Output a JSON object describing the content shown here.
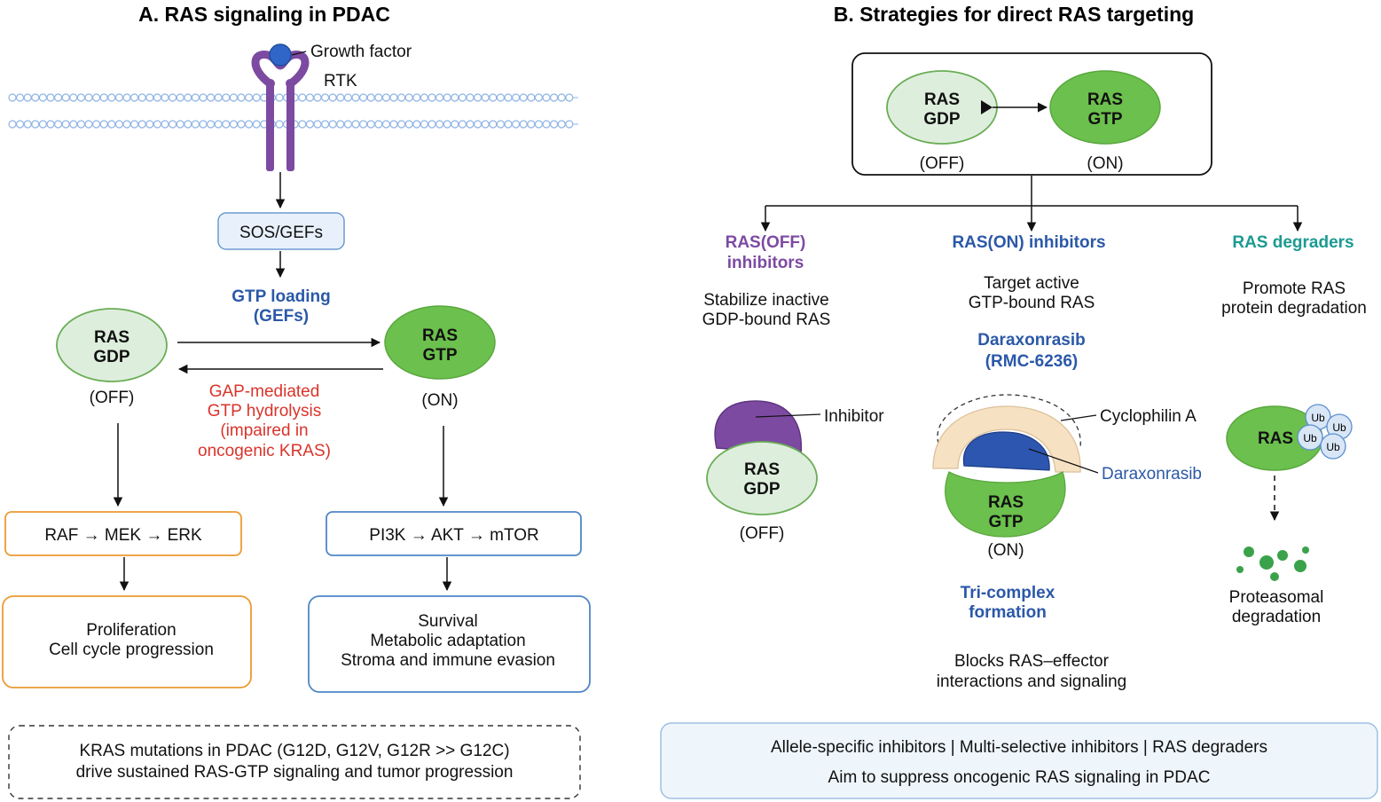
{
  "panel_a": {
    "title": "A. RAS signaling in PDAC",
    "growth_factor": "Growth factor",
    "rtk": "RTK",
    "sos_gefs": "SOS/GEFs",
    "gtp_loading_1": "GTP loading",
    "gtp_loading_2": "(GEFs)",
    "ras_gdp_1": "RAS",
    "ras_gdp_2": "GDP",
    "ras_gtp_1": "RAS",
    "ras_gtp_2": "GTP",
    "off": "(OFF)",
    "on": "(ON)",
    "gap_1": "GAP-mediated",
    "gap_2": "GTP hydrolysis",
    "gap_3": "(impaired in",
    "gap_4": "oncogenic KRAS)",
    "raf_path": "RAF → MEK → ERK",
    "pi3k_path": "PI3K → AKT → mTOR",
    "prolif_1": "Proliferation",
    "prolif_2": "Cell cycle progression",
    "surv_1": "Survival",
    "surv_2": "Metabolic adaptation",
    "surv_3": "Stroma and immune evasion",
    "kras_1": "KRAS mutations in PDAC (G12D, G12V, G12R >> G12C)",
    "kras_2": "drive sustained RAS-GTP signaling and tumor progression"
  },
  "panel_b": {
    "title": "B. Strategies for direct RAS targeting",
    "ras_gdp_1": "RAS",
    "ras_gdp_2": "GDP",
    "ras_gtp_1": "RAS",
    "ras_gtp_2": "GTP",
    "off": "(OFF)",
    "on": "(ON)",
    "off_inh_1": "RAS(OFF)",
    "off_inh_2": "inhibitors",
    "on_inh": "RAS(ON) inhibitors",
    "degraders": "RAS degraders",
    "stab_1": "Stabilize inactive",
    "stab_2": "GDP-bound RAS",
    "target_1": "Target active",
    "target_2": "GTP-bound RAS",
    "promote_1": "Promote RAS",
    "promote_2": "protein degradation",
    "drug_1": "Daraxonrasib",
    "drug_2": "(RMC-6236)",
    "inhibitor": "Inhibitor",
    "cyclophilin": "Cyclophilin A",
    "daraxonrasib": "Daraxonrasib",
    "ub": "Ub",
    "ras": "RAS",
    "tri_1": "Tri-complex",
    "tri_2": "formation",
    "blocks_1": "Blocks RAS–effector",
    "blocks_2": "interactions and signaling",
    "proteasomal_1": "Proteasomal",
    "proteasomal_2": "degradation",
    "summary_1": "Allele-specific inhibitors | Multi-selective inhibitors | RAS degraders",
    "summary_2": "Aim to suppress oncogenic RAS signaling in PDAC"
  },
  "colors": {
    "gdp_fill": "#deeedd",
    "gdp_stroke": "#6aad55",
    "gtp_fill": "#6cc04d",
    "blue_text": "#2b58a8",
    "purple": "#7d4aa2",
    "teal": "#1b9a91",
    "red": "#d9342b",
    "orange": "#ec9a32",
    "box_blue": "#4f86c6",
    "cyclophilin": "#f6e2c2",
    "drug_blue": "#2d56b0"
  }
}
